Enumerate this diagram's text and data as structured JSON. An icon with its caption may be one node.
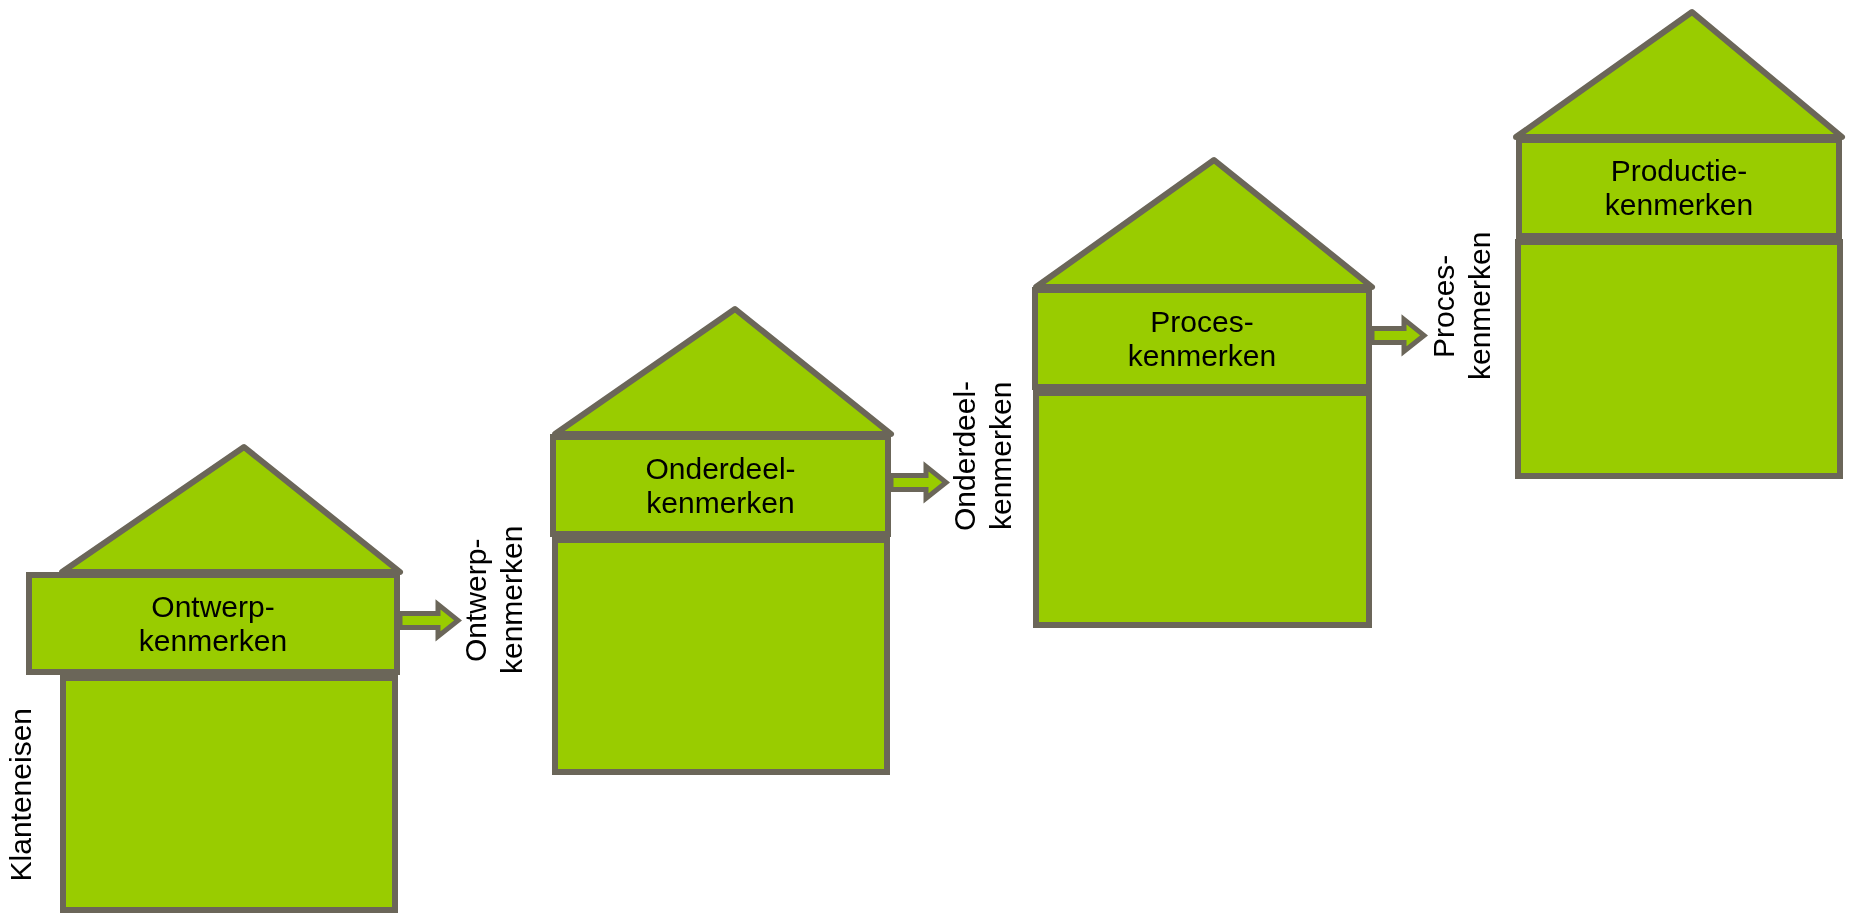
{
  "diagram": {
    "nodes": [
      {
        "text": [
          "Klanteneisen"
        ]
      },
      {
        "text": [
          "Ontwerp- kenmerken"
        ]
      },
      {
        "text": [
          "Ontwerp- kenmerken"
        ]
      },
      {
        "text": [
          "Onderdeel- kenmerken"
        ]
      },
      {
        "text": [
          "Onderdeel- kenmerken"
        ]
      },
      {
        "text": [
          "Proces- kenmerken"
        ]
      },
      {
        "text": [
          "Proces- kenmerken"
        ]
      },
      {
        "text": [
          "Productie- kenmerken"
        ]
      }
    ],
    "edges": [
      {
        "from": 1,
        "to": 2,
        "arrow": "to"
      },
      {
        "from": 3,
        "to": 4,
        "arrow": "to"
      },
      {
        "from": 5,
        "to": 6,
        "arrow": "to"
      }
    ]
  }
}
